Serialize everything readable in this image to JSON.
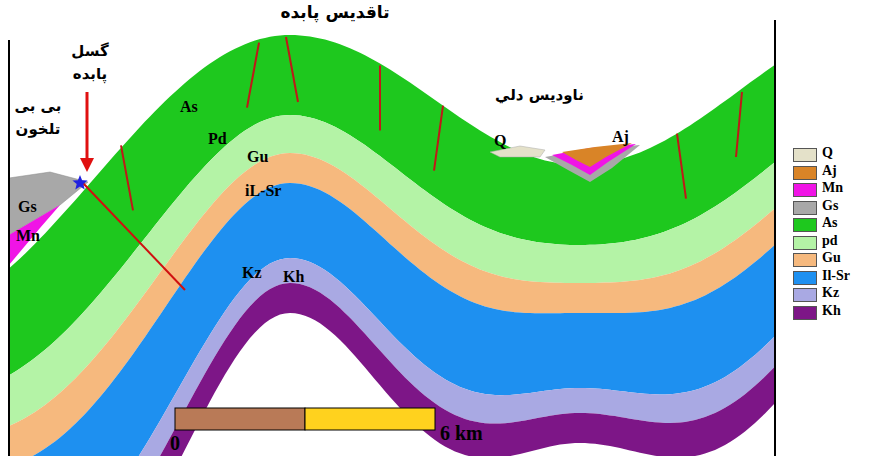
{
  "diagram": {
    "title": "تاقدیس پابده",
    "labels": [
      "گسل پابده",
      "بی بی تلخون",
      "ناودیس دلي",
      "As",
      "Pd",
      "Gu",
      "iL-Sr",
      "Kz",
      "Kh",
      "Gs",
      "Mn",
      "Q",
      "Aj",
      "0",
      "6 km"
    ],
    "legend": [
      {
        "text": "Q",
        "color": "#e4e1c9"
      },
      {
        "text": "Aj",
        "color": "#d98427"
      },
      {
        "text": "Mn",
        "color": "#f014e6"
      },
      {
        "text": "Gs",
        "color": "#a8a8a8"
      },
      {
        "text": "As",
        "color": "#1ec81e"
      },
      {
        "text": "pd",
        "color": "#b4f3a6"
      },
      {
        "text": "Gu",
        "color": "#f6b97e"
      },
      {
        "text": "Il-Sr",
        "color": "#1e90f0"
      },
      {
        "text": "Kz",
        "color": "#a9a9e3"
      },
      {
        "text": "Kh",
        "color": "#7d1687"
      }
    ]
  }
}
